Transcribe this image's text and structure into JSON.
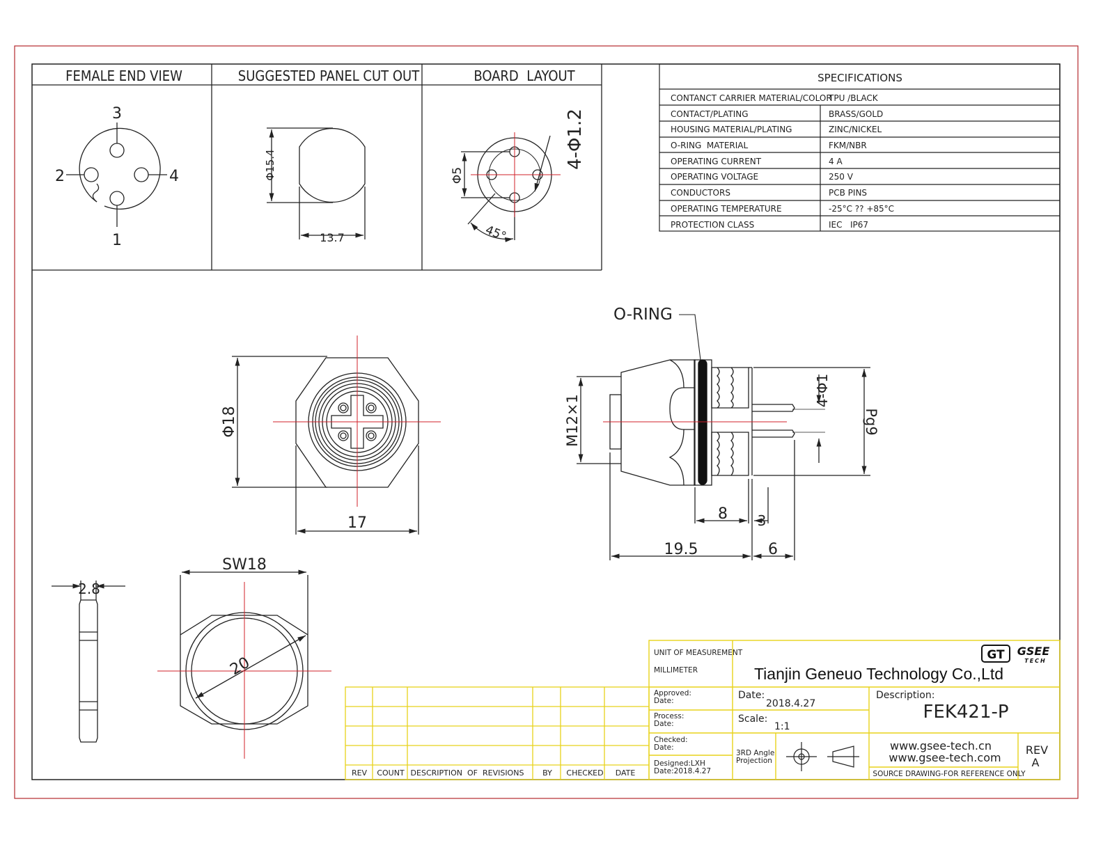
{
  "views": {
    "female_end": {
      "title": "FEMALE END VIEW",
      "pins": [
        "1",
        "2",
        "3",
        "4"
      ]
    },
    "panel_cutout": {
      "title": "SUGGESTED PANEL CUT OUT",
      "dim_diameter": "Φ15.4",
      "dim_width": "13.7"
    },
    "board_layout": {
      "title": "BOARD  LAYOUT",
      "dim_pins": "4-Φ1.2",
      "dim_pcd": "Φ5",
      "dim_angle": "45°"
    },
    "front": {
      "dim_diameter": "Φ18",
      "dim_width": "17"
    },
    "side": {
      "oring_label": "O-RING",
      "dim_thread": "M12×1",
      "dim_pin": "4-Φ1",
      "dim_pg": "Pg9",
      "dim_8": "8",
      "dim_3": "3",
      "dim_19_5": "19.5",
      "dim_6": "6"
    },
    "nut": {
      "dim_thickness": "2.8",
      "dim_sw": "SW18",
      "dim_dia": "20"
    }
  },
  "specifications": {
    "title": "SPECIFICATIONS",
    "rows": [
      {
        "label": "CONTANCT CARRIER MATERIAL/COLOR",
        "value": "TPU /BLACK"
      },
      {
        "label": "CONTACT/PLATING",
        "value": "BRASS/GOLD"
      },
      {
        "label": "HOUSING MATERIAL/PLATING",
        "value": "ZINC/NICKEL"
      },
      {
        "label": "O-RING  MATERIAL",
        "value": "FKM/NBR"
      },
      {
        "label": "OPERATING CURRENT",
        "value": "4 A"
      },
      {
        "label": "OPERATING VOLTAGE",
        "value": "250 V"
      },
      {
        "label": "CONDUCTORS",
        "value": "PCB PINS"
      },
      {
        "label": "OPERATING TEMPERATURE",
        "value": "-25°C ?? +85°C"
      },
      {
        "label": "PROTECTION CLASS",
        "value": "IEC   IP67"
      }
    ]
  },
  "revisions": {
    "headers": [
      "REV",
      "COUNT",
      "DESCRIPTION  OF  REVISIONS",
      "BY",
      "CHECKED",
      "DATE"
    ]
  },
  "title_block": {
    "unit_label": "UNIT OF MEASUREMENT",
    "unit_value": "MILLIMETER",
    "company": "Tianjin Geneuo Technology Co.,Ltd",
    "logo_letters": "GT",
    "logo_text": "GSEE",
    "logo_sub": "TECH",
    "approved_label": "Approved:",
    "approved_date_label": "Date:",
    "process_label": "Process:",
    "process_date_label": "Date:",
    "checked_label": "Checked:",
    "checked_date_label": "Date:",
    "designed_label": "Designed:LXH",
    "designed_date": "Date:2018.4.27",
    "date_label": "Date:",
    "date_value": "2018.4.27",
    "scale_label": "Scale:",
    "scale_value": "1:1",
    "projection_line1": "3RD Angle",
    "projection_line2": "Projection",
    "description_label": "Description:",
    "part_number": "FEK421-P",
    "website1": "www.gsee-tech.cn",
    "website2": "www.gsee-tech.com",
    "source_note": "SOURCE DRAWING-FOR REFERENCE ONLY",
    "rev_label": "REV",
    "rev_value": "A"
  },
  "colors": {
    "border_red": "#b3282d",
    "centerline_red": "#d0202a",
    "block_yellow": "#e8d21a",
    "line": "#222222"
  }
}
